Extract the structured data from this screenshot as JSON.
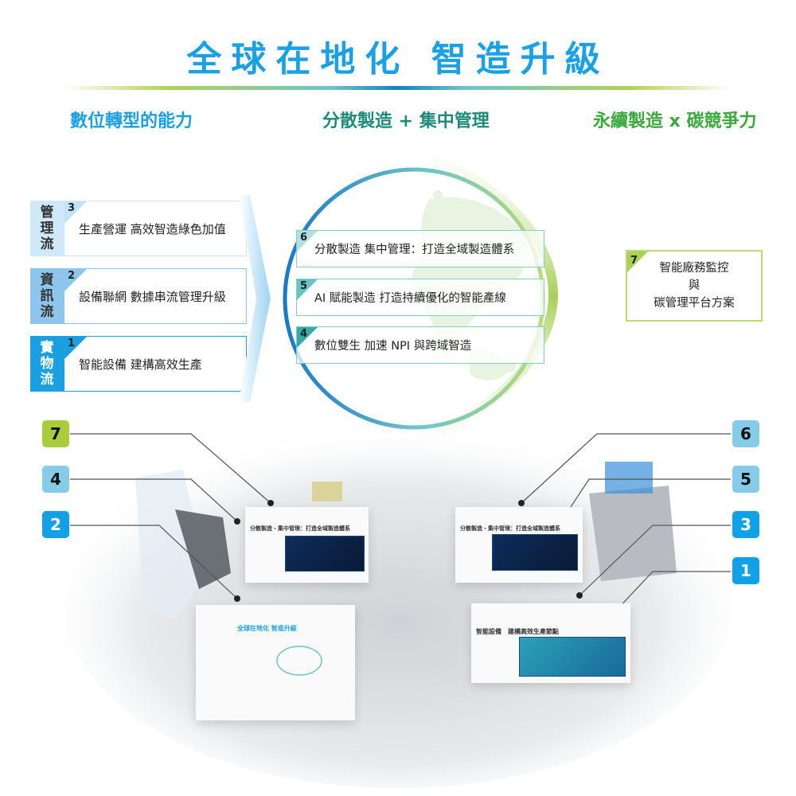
{
  "header": {
    "title": "全球在地化 智造升級",
    "subtitles": {
      "left": "數位轉型的能力",
      "middle": "分散製造 + 集中管理",
      "right": "永續製造 x 碳競爭力"
    }
  },
  "flows": [
    {
      "tag": [
        "管",
        "理",
        "流"
      ],
      "number": "3",
      "text": "生產營運 高效智造綠色加值"
    },
    {
      "tag": [
        "資",
        "訊",
        "流"
      ],
      "number": "2",
      "text": "設備聯網 數據串流管理升級"
    },
    {
      "tag": [
        "實",
        "物",
        "流"
      ],
      "number": "1",
      "text": "智能設備 建構高效生產"
    }
  ],
  "globe_items": [
    {
      "number": "6",
      "text": "分散製造 集中管理：打造全域製造體系"
    },
    {
      "number": "5",
      "text": "AI 賦能製造 打造持續優化的智能產線"
    },
    {
      "number": "4",
      "text": "數位雙生 加速 NPI 與跨域智造"
    }
  ],
  "sustainability": {
    "number": "7",
    "lines": [
      "智能廠務監控",
      "與",
      "碳管理平台方案"
    ]
  },
  "callouts": {
    "left": [
      "7",
      "4",
      "2"
    ],
    "right": [
      "6",
      "5",
      "3",
      "1"
    ]
  },
  "booths": {
    "booth_4": {
      "title": "分散製造・集中管理：打造全域製造體系"
    },
    "booth_6": {
      "title": "分散製造・集中管理：打造全域製造體系"
    },
    "booth_2": {
      "title": "全球在地化 智造升級"
    },
    "booth_1": {
      "title": "智能設備　建構高效生產節點"
    }
  },
  "colors": {
    "primary_blue": "#1aa0e4",
    "teal": "#1e8a7a",
    "green": "#3aa83a",
    "badge_green": "#a8cc3a",
    "badge_light_blue": "#86cbe8",
    "badge_blue": "#12a0e6"
  }
}
